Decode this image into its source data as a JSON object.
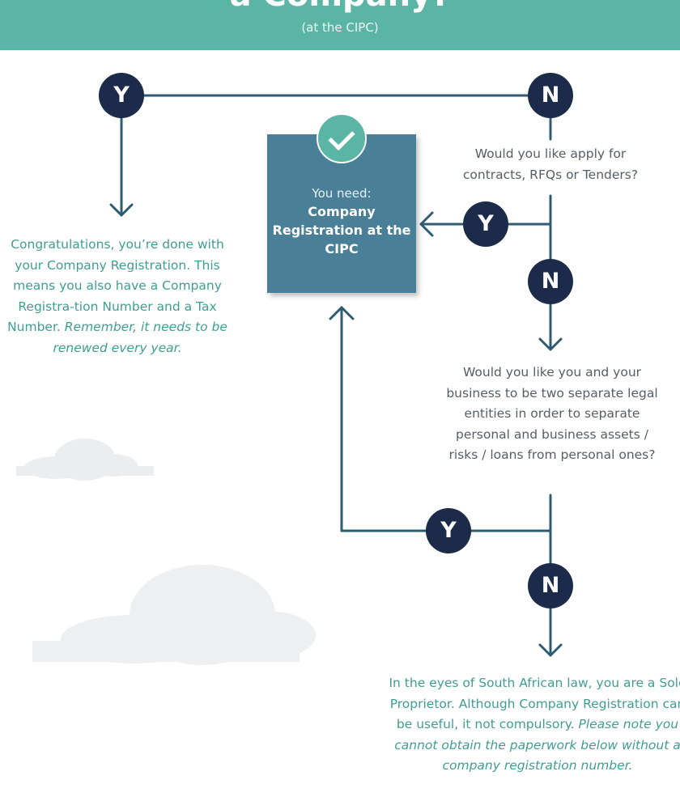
{
  "header": {
    "title_fragment": "a Company?",
    "subtitle": "(at the CIPC)"
  },
  "colors": {
    "header_bg": "#5bb5a5",
    "node": "#1b2b49",
    "line": "#2f5b73",
    "result_box": "#4a7f98",
    "teal_text": "#3f9e93",
    "grey_text": "#555e66"
  },
  "nodes": {
    "y1": "Y",
    "n1": "N",
    "y2": "Y",
    "n2": "N",
    "y3": "Y",
    "n3": "N"
  },
  "result": {
    "line1": "You need:",
    "line2": "Company Registration at the CIPC"
  },
  "congrats": {
    "text": "Congratulations, you’re done with your Company Registration. This means you also have a Company Registra-tion Number and a Tax Number. ",
    "emphasis": "Remember, it needs to be renewed every year."
  },
  "questions": {
    "q1": "Would you like apply for contracts, RFQs or Tenders?",
    "q2": "Would you like you and your business to be two separate legal entities in order to separate personal and business assets / risks / loans from personal ones?"
  },
  "sole": {
    "text": "In the eyes of South African law, you are a Sole Proprietor. Although Company Registration can be useful, it not compulsory. ",
    "emphasis": "Please note you cannot obtain the paperwork below without a company registration number."
  }
}
